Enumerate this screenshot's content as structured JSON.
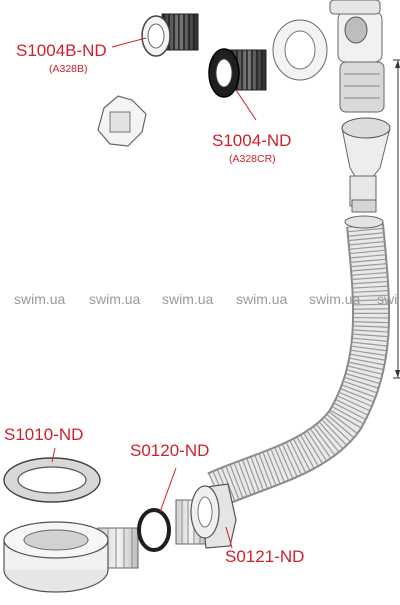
{
  "labels": {
    "s1004b_code": "S1004B-ND",
    "s1004b_sub": "(A328B)",
    "s1004_code": "S1004-ND",
    "s1004_sub": "(A328CR)",
    "s1010_code": "S1010-ND",
    "s0120_code": "S0120-ND",
    "s0121_code": "S0121-ND"
  },
  "watermarks": [
    "swim.ua",
    "swim.ua",
    "swim.ua",
    "swim.ua",
    "swim.ua",
    "swi"
  ],
  "colors": {
    "label": "#d01f2b",
    "line": "#d01f2b",
    "outline": "#555555",
    "part_fill": "#f2f2f2",
    "part_shade": "#d6d6d6",
    "watermark": "#9a9a9a"
  }
}
